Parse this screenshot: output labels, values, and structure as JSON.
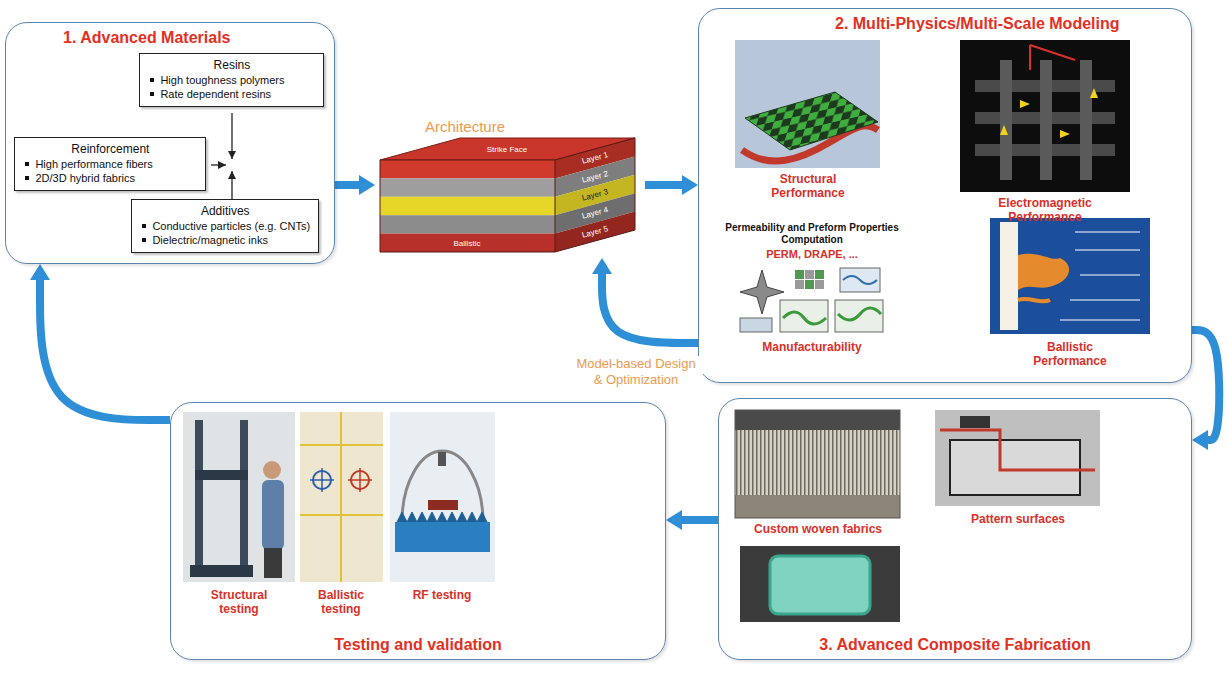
{
  "diagram": {
    "nodes": [
      {
        "text": [
          "1. Advanced Materials"
        ]
      },
      {
        "text": [
          "Resins",
          "High toughness polymers",
          "Rate dependent resins"
        ],
        "in": 0
      },
      {
        "text": [
          "Reinforcement",
          "High performance fibers",
          "2D/3D hybrid fabrics"
        ],
        "in": 0
      },
      {
        "text": [
          "Additives",
          "Conductive particles (e.g. CNTs)",
          "Dielectric/magnetic inks"
        ],
        "in": 0
      },
      {
        "text": [
          "Architecture"
        ]
      },
      {
        "text": [
          "2. Multi-Physics/Multi-Scale Modeling"
        ]
      },
      {
        "text": [
          "3. Advanced Composite Fabrication"
        ]
      },
      {
        "text": [
          "Testing and validation"
        ]
      }
    ],
    "edges": [
      {
        "from": 0,
        "to": 4,
        "arrow": "to"
      },
      {
        "from": 4,
        "to": 5,
        "arrow": "to"
      },
      {
        "from": 5,
        "to": 4,
        "label": "Model-based Design & Optimization",
        "arrow": "to"
      },
      {
        "from": 5,
        "to": 6,
        "arrow": "to"
      },
      {
        "from": 6,
        "to": 7,
        "arrow": "to"
      },
      {
        "from": 7,
        "to": 0,
        "arrow": "to"
      }
    ],
    "labels": [
      "Strike Face",
      "Layer 1",
      "Layer 2",
      "Layer 3",
      "Layer 4",
      "Layer 5",
      "Ballistic",
      "Structural Performance",
      "Electromagnetic Performance",
      "Permeability and Preform Properties Computation",
      "PERM, DRAPE, ...",
      "Manufacturability",
      "Ballistic Performance",
      "Custom woven fabrics",
      "Pattern surfaces",
      "Structural testing",
      "Ballistic testing",
      "RF testing"
    ]
  }
}
